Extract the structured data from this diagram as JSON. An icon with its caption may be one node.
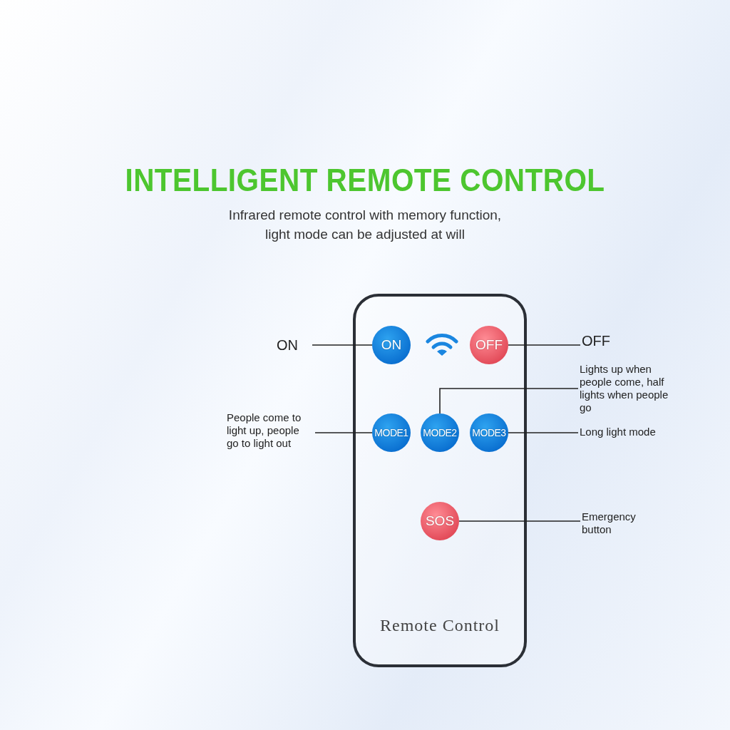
{
  "diagram": {
    "title": "INTELLIGENT REMOTE CONTROL",
    "nodes": [
      {
        "text": [
          "Remote Control"
        ]
      },
      {
        "text": [
          "ON"
        ],
        "in": 0
      },
      {
        "text": [
          "OFF"
        ],
        "in": 0
      },
      {
        "text": [
          "MODE1"
        ],
        "in": 0
      },
      {
        "text": [
          "MODE2"
        ],
        "in": 0
      },
      {
        "text": [
          "MODE3"
        ],
        "in": 0
      },
      {
        "text": [
          "SOS"
        ],
        "in": 0
      },
      {
        "text": [
          "ON"
        ]
      },
      {
        "text": [
          "OFF"
        ]
      },
      {
        "text": [
          "Lights up when people come, half lights when people go"
        ]
      },
      {
        "text": [
          "People come to light up, people go to light out"
        ]
      },
      {
        "text": [
          "Long light mode"
        ]
      },
      {
        "text": [
          "Emergency button"
        ]
      }
    ],
    "edges": [
      {
        "from": 7,
        "to": 1,
        "arrow": "none"
      },
      {
        "from": 8,
        "to": 2,
        "arrow": "none"
      },
      {
        "from": 9,
        "to": 4,
        "arrow": "none"
      },
      {
        "from": 10,
        "to": 3,
        "arrow": "none"
      },
      {
        "from": 11,
        "to": 5,
        "arrow": "none"
      },
      {
        "from": 12,
        "to": 6,
        "arrow": "none"
      }
    ],
    "labels": [
      "Infrared remote control with memory function, light mode can be adjusted at will"
    ]
  }
}
